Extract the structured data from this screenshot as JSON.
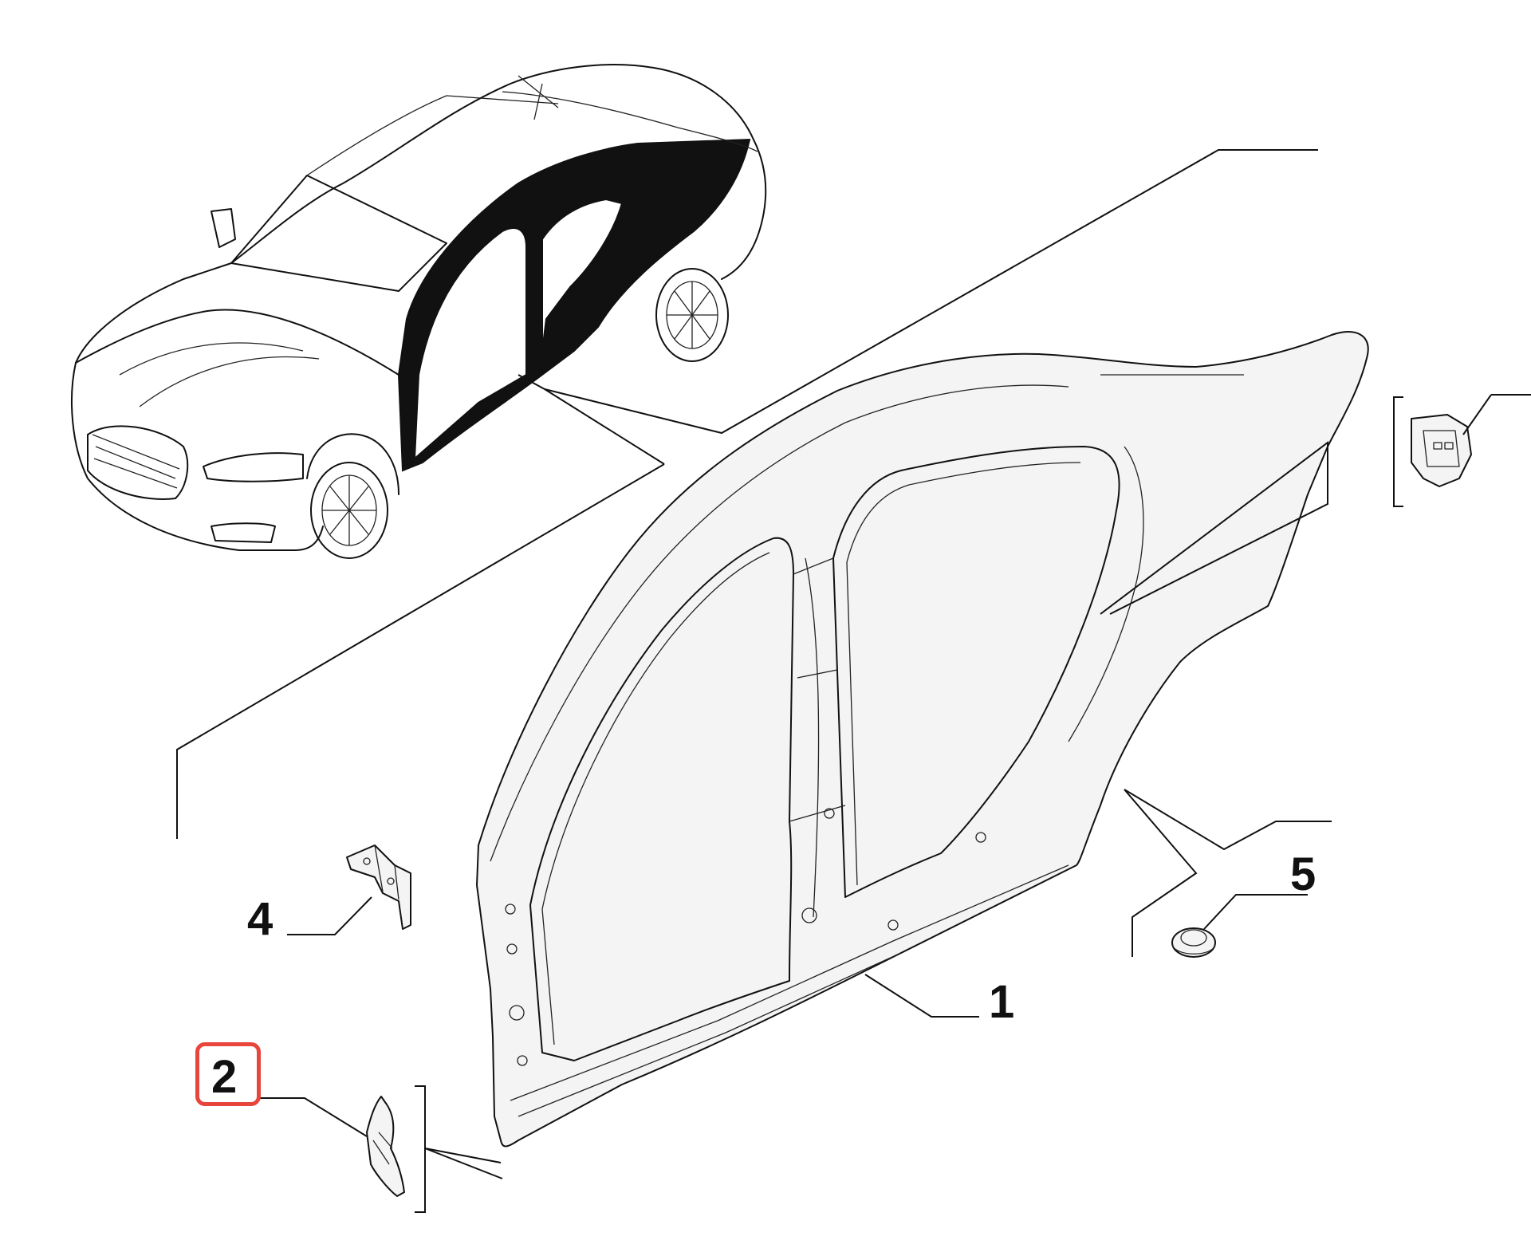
{
  "callouts": [
    {
      "id": "1",
      "label": "1",
      "highlighted": false
    },
    {
      "id": "2",
      "label": "2",
      "highlighted": true
    },
    {
      "id": "4",
      "label": "4",
      "highlighted": false
    },
    {
      "id": "5",
      "label": "5",
      "highlighted": false
    }
  ],
  "colors": {
    "line": "#111111",
    "background": "#ffffff",
    "highlight": "#e8453c"
  }
}
